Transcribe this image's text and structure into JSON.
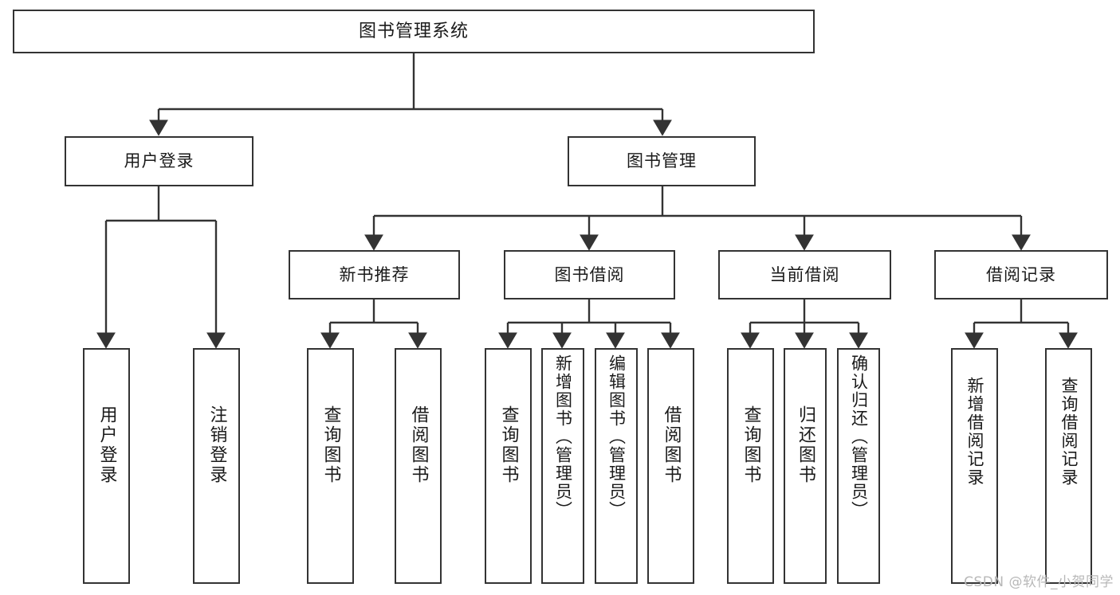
{
  "diagram": {
    "type": "tree",
    "title": "图书管理系统",
    "watermark": "CSDN @软件_小贺同学",
    "colors": {
      "border": "#333333",
      "background": "#ffffff",
      "text": "#1a1a1a",
      "watermark": "#b8b8b8"
    },
    "nodes": {
      "root": {
        "label": "图书管理系统"
      },
      "level1": [
        {
          "id": "user-login",
          "label": "用户登录"
        },
        {
          "id": "book-manage",
          "label": "图书管理"
        }
      ],
      "level2": [
        {
          "id": "new-book-recommend",
          "label": "新书推荐"
        },
        {
          "id": "book-borrow",
          "label": "图书借阅"
        },
        {
          "id": "current-borrow",
          "label": "当前借阅"
        },
        {
          "id": "borrow-record",
          "label": "借阅记录"
        }
      ],
      "leaves": {
        "user-login": [
          {
            "id": "leaf-user-login",
            "label": "用户登录"
          },
          {
            "id": "leaf-user-logout",
            "label": "注销登录"
          }
        ],
        "new-book-recommend": [
          {
            "id": "leaf-query-book-1",
            "label": "查询图书"
          },
          {
            "id": "leaf-borrow-book-1",
            "label": "借阅图书"
          }
        ],
        "book-borrow": [
          {
            "id": "leaf-query-book-2",
            "label": "查询图书"
          },
          {
            "id": "leaf-add-book",
            "label": "新增图书（管理员）"
          },
          {
            "id": "leaf-edit-book",
            "label": "编辑图书（管理员）"
          },
          {
            "id": "leaf-borrow-book-2",
            "label": "借阅图书"
          }
        ],
        "current-borrow": [
          {
            "id": "leaf-query-book-3",
            "label": "查询图书"
          },
          {
            "id": "leaf-return-book",
            "label": "归还图书"
          },
          {
            "id": "leaf-confirm-return",
            "label": "确认归还（管理员）"
          }
        ],
        "borrow-record": [
          {
            "id": "leaf-add-record",
            "label": "新增借阅记录"
          },
          {
            "id": "leaf-query-record",
            "label": "查询借阅记录"
          }
        ]
      }
    }
  }
}
